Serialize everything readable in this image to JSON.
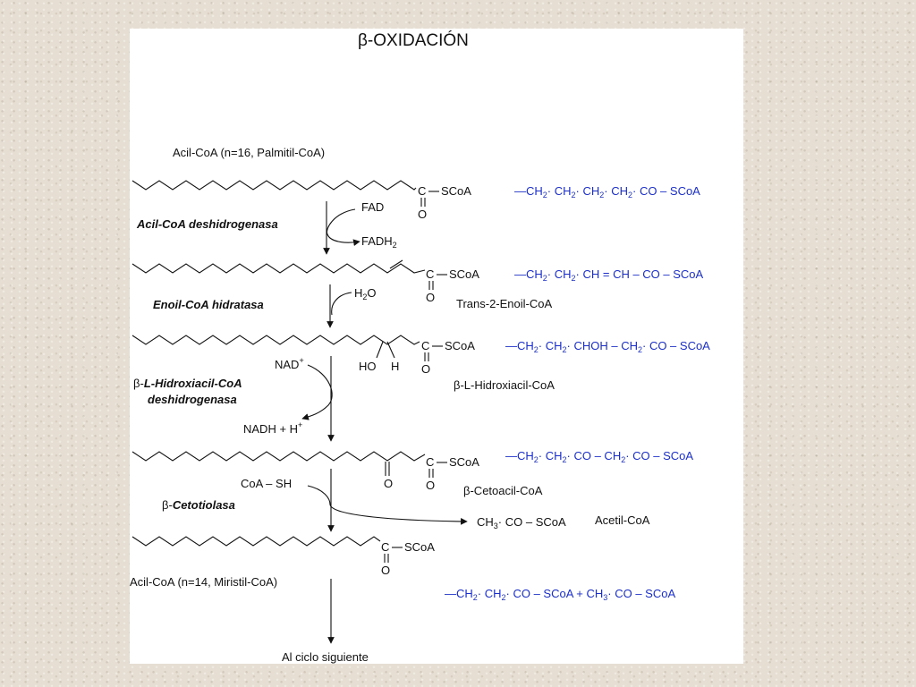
{
  "title": "β-OXIDACIÓN",
  "colors": {
    "background": "#e6ded2",
    "panel": "#ffffff",
    "ink": "#111111",
    "blue": "#1b2fc8"
  },
  "labels": {
    "acil_coa_16": "Acil-CoA (n=16, Palmitil-CoA)",
    "acil_coa_14": "Acil-CoA (n=14, Miristil-CoA)",
    "trans_enoil": "Trans-2-Enoil-CoA",
    "hidroxiacil": "β-L-Hidroxiacil-CoA",
    "cetoacil": "β-Cetoacil-CoA",
    "acetil_coa": "Acetil-CoA",
    "al_ciclo": "Al ciclo siguiente"
  },
  "enzymes": {
    "e1": "Acil-CoA deshidrogenasa",
    "e2": "Enoil-CoA hidratasa",
    "e3_prefix": "β-",
    "e3_line1": "L-Hidroxiacil-CoA",
    "e3_line2": "deshidrogenasa",
    "e4_prefix": "β-",
    "e4": "Cetotiolasa"
  },
  "cofactors": {
    "fad": "FAD",
    "fadh2": "FADH",
    "fadh2_sub": "2",
    "water": "H",
    "water_sub": "2",
    "water_tail": "O",
    "nad": "NAD",
    "nad_sup": "+",
    "nadh": "NADH + H",
    "nadh_sup": "+",
    "coash": "CoA – SH"
  },
  "chem": {
    "c": "C",
    "o": "O",
    "scoa": "SCoA",
    "ho": "HO",
    "h": "H",
    "acetil_ch3": "CH",
    "acetil_ch3_sub": "3",
    "acetil_rest": "· CO – SCoA"
  },
  "formulas": {
    "f1": [
      "—CH",
      "2",
      "· CH",
      "2",
      "· CH",
      "2",
      "· CH",
      "2",
      "· CO – SCoA"
    ],
    "f2": [
      "—CH",
      "2",
      "· CH",
      "2",
      "· CH = CH – CO – SCoA"
    ],
    "f3": [
      "—CH",
      "2",
      "· CH",
      "2",
      "· CHOH – CH",
      "2",
      "· CO – SCoA"
    ],
    "f4": [
      "—CH",
      "2",
      "· CH",
      "2",
      "· CO – CH",
      "2",
      "· CO – SCoA"
    ],
    "f5": [
      "—CH",
      "2",
      "· CH",
      "2",
      "· CO – SCoA   +   CH",
      "3",
      "· CO – SCoA"
    ]
  }
}
